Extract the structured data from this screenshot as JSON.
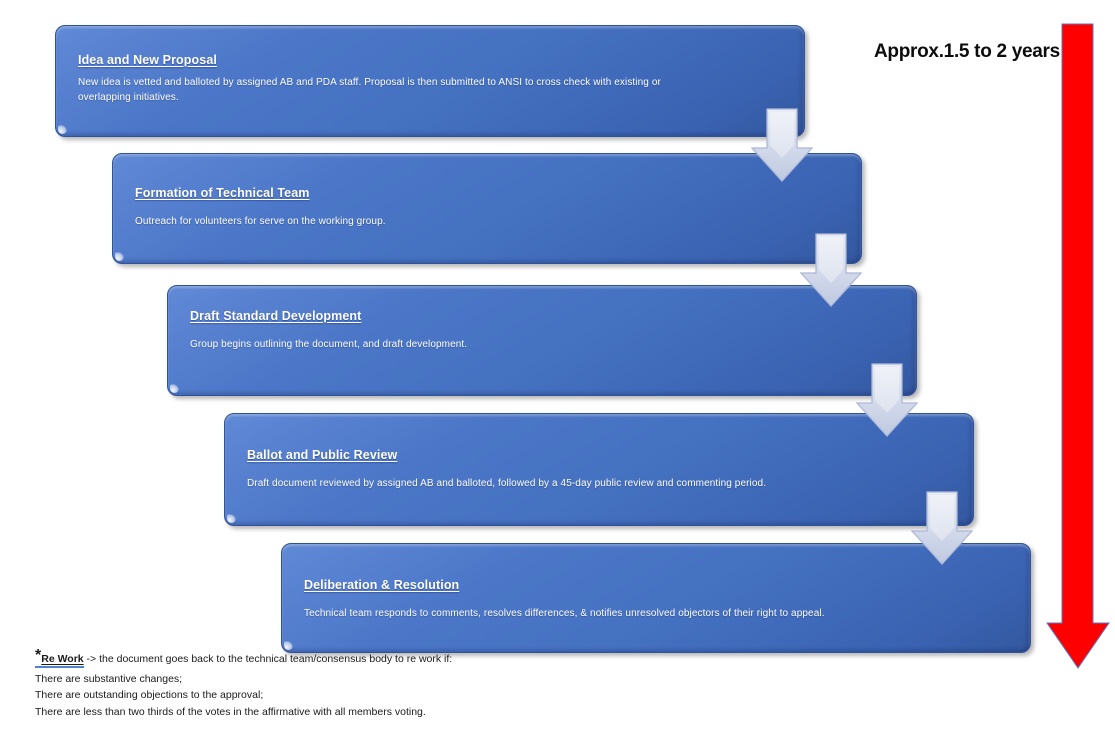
{
  "timeline": {
    "label": "Approx.1.5 to 2 years",
    "arrow_color": "#fe0000"
  },
  "steps": [
    {
      "title": "Idea and New Proposal",
      "body": "New idea is vetted and balloted by assigned AB and PDA staff. Proposal is then submitted to ANSI to cross check with existing or overlapping initiatives."
    },
    {
      "title": "Formation of Technical Team",
      "body": "Outreach  for volunteers for serve on the  working group."
    },
    {
      "title": "Draft Standard Development",
      "body": "Group begins outlining the  document, and  draft development."
    },
    {
      "title": "Ballot and Public Review",
      "body": "Draft document reviewed by assigned AB and balloted, followed by a 45-day public review and commenting period."
    },
    {
      "title": "Deliberation & Resolution",
      "body": "Technical team responds to comments, resolves differences, & notifies unresolved objectors of their right to appeal."
    }
  ],
  "footnote": {
    "asterisk": "*",
    "term": "Re Work",
    "line1_rest": " -> the document goes back to the technical team/consensus body to re work if:",
    "conditions": [
      "There are substantive changes;",
      "There are outstanding objections to the approval;",
      "There are less than two thirds of the votes in the affirmative with all members voting."
    ]
  },
  "icons": {
    "connector": "down-arrow",
    "timeline": "long-down-arrow"
  },
  "colors": {
    "box_blue": "#4472c4",
    "box_border": "#2f5298",
    "connector_fill_light": "#e4e8f3",
    "connector_fill_dark": "#c3cce1",
    "timeline_red": "#fe0000",
    "step_text": "#ffffff",
    "footnote_text": "#1a1a1a",
    "footnote_underline_blue": "#4f81d0"
  }
}
